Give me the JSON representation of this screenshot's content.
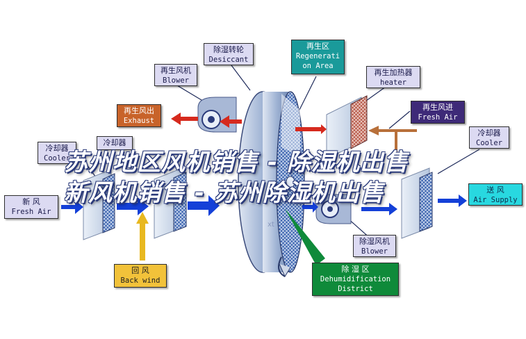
{
  "labels": {
    "desiccant": {
      "cn": "除湿转轮",
      "en": "Desiccant"
    },
    "regen_area": {
      "cn": "再生区",
      "en1": "Regenerati",
      "en2": "on Area"
    },
    "regen_blower": {
      "cn": "再生风机",
      "en": "Blower"
    },
    "regen_heater": {
      "cn": "再生加热器",
      "en": "heater"
    },
    "exhaust": {
      "cn": "再生风出",
      "en": "Exhaust"
    },
    "regen_fresh": {
      "cn": "再生风进",
      "en": "Fresh Air"
    },
    "cooler_left": {
      "cn": "冷却器",
      "en": "Cooler"
    },
    "cooler_right": {
      "cn": "冷却器",
      "en": "Cooler"
    },
    "cooler_mid": {
      "cn": "冷却器"
    },
    "fresh_air": {
      "cn": "新 风",
      "en": "Fresh Air"
    },
    "supply": {
      "cn": "送 风",
      "en": "Air Supply"
    },
    "dehum_blower": {
      "cn": "除湿风机",
      "en": "Blower"
    },
    "back_wind": {
      "cn": "回 风",
      "en": "Back wind"
    },
    "dehum_district": {
      "cn": "除 湿 区",
      "en1": "Dehumidification",
      "en2": "District"
    }
  },
  "overlay": {
    "line1": "苏州地区风机销售 - 除湿机出售",
    "line2": "新风机销售 - 苏州除湿机出售"
  },
  "watermark": "xt",
  "colors": {
    "wheel_body": "#8fa7c9",
    "red_arrow": "#d62a1e",
    "blue_arrow": "#1440d8",
    "yellow_arrow": "#e8b820",
    "green_arrow": "#0f8a3a",
    "brown_arrow": "#b8703a",
    "coil_face": "#6a86b8"
  },
  "icons": [
    "desiccant-wheel-icon",
    "fan-icon",
    "coil-icon",
    "heater-icon",
    "arrow-icon"
  ]
}
